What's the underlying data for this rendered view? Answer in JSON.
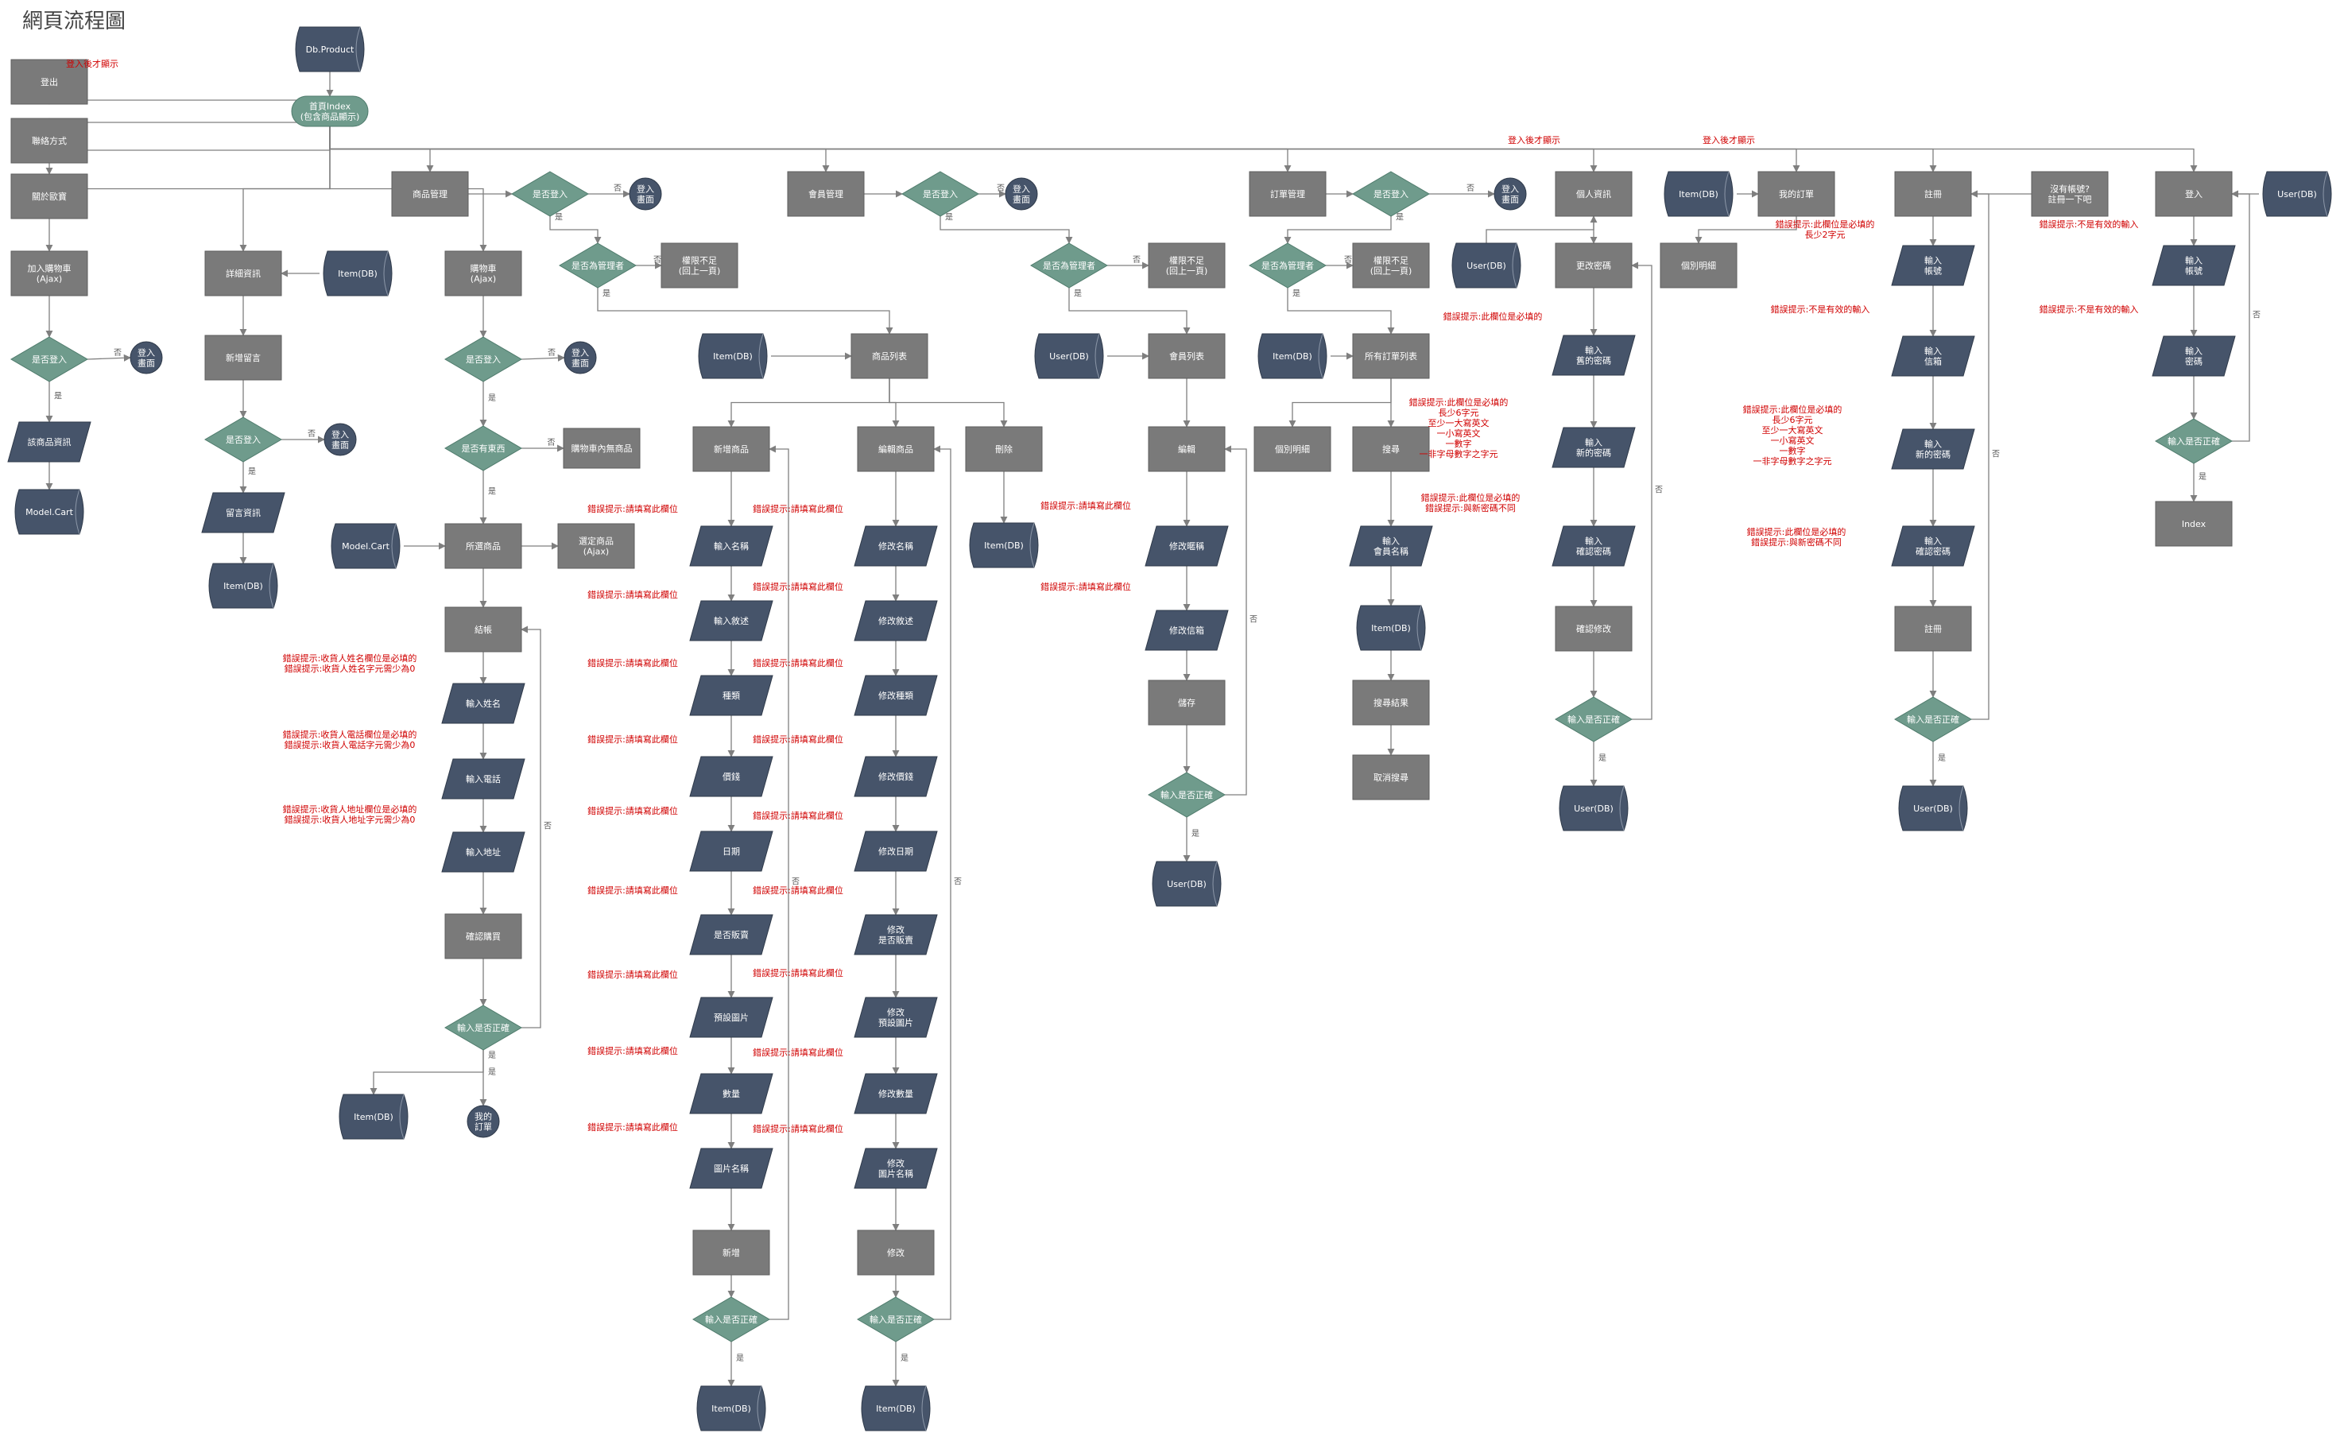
{
  "page": {
    "title": "網頁流程圖"
  },
  "palette": {
    "rect": "#7a7a7a",
    "rect_dark": "#707070",
    "diamond": "#6f9b8c",
    "parallelogram": "#46546a",
    "store": "#46546a",
    "terminal": "#6f9b8c",
    "circle": "#46546a",
    "line": "#7f7f7f",
    "note": "#d00000"
  },
  "nodes": [
    {
      "id": "dbproduct",
      "shape": "store",
      "text": "Db.Product"
    },
    {
      "id": "home",
      "shape": "terminal",
      "text": "首頁Index\n(包含商品顯示)"
    },
    {
      "id": "logout",
      "shape": "rect",
      "text": "登出"
    },
    {
      "id": "contact",
      "shape": "rect",
      "text": "聯絡方式"
    },
    {
      "id": "about",
      "shape": "rect",
      "text": "關於歐寶"
    },
    {
      "id": "addcart",
      "shape": "rect",
      "text": "加入購物車\n(Ajax)"
    },
    {
      "id": "d_login1",
      "shape": "diamond",
      "text": "是否登入"
    },
    {
      "id": "c_login1",
      "shape": "circle",
      "text": "登入\n畫面"
    },
    {
      "id": "p_detail1",
      "shape": "para",
      "text": "該商品資訊"
    },
    {
      "id": "modelcart1",
      "shape": "store",
      "text": "Model.Cart"
    },
    {
      "id": "detailinfo",
      "shape": "rect",
      "text": "詳細資訊"
    },
    {
      "id": "item_db_a",
      "shape": "store",
      "text": "Item(DB)"
    },
    {
      "id": "addcomment",
      "shape": "rect",
      "text": "新增留言"
    },
    {
      "id": "d_login2",
      "shape": "diamond",
      "text": "是否登入"
    },
    {
      "id": "c_login2",
      "shape": "circle",
      "text": "登入\n畫面"
    },
    {
      "id": "p_comment",
      "shape": "para",
      "text": "留言資訊"
    },
    {
      "id": "item_db_b",
      "shape": "store",
      "text": "Item(DB)"
    },
    {
      "id": "cart",
      "shape": "rect",
      "text": "購物車\n(Ajax)"
    },
    {
      "id": "d_login3",
      "shape": "diamond",
      "text": "是否登入"
    },
    {
      "id": "c_login3",
      "shape": "circle",
      "text": "登入\n畫面"
    },
    {
      "id": "d_hasitems",
      "shape": "diamond",
      "text": "是否有東西"
    },
    {
      "id": "cart_items",
      "shape": "rect",
      "text": "購物車內無商品"
    },
    {
      "id": "modelcart2",
      "shape": "store",
      "text": "Model.Cart"
    },
    {
      "id": "selected",
      "shape": "rect",
      "text": "所選商品"
    },
    {
      "id": "removeitem",
      "shape": "rect",
      "text": "選定商品\n(Ajax)"
    },
    {
      "id": "checkout",
      "shape": "rect",
      "text": "結帳"
    },
    {
      "id": "p_name",
      "shape": "para",
      "text": "輸入姓名"
    },
    {
      "id": "p_phone",
      "shape": "para",
      "text": "輸入電話"
    },
    {
      "id": "p_addr",
      "shape": "para",
      "text": "輸入地址"
    },
    {
      "id": "confirmbuy",
      "shape": "rect",
      "text": "確認購買"
    },
    {
      "id": "d_valid1",
      "shape": "diamond",
      "text": "輸入是否正確"
    },
    {
      "id": "item_db_c",
      "shape": "store",
      "text": "Item(DB)"
    },
    {
      "id": "c_myorder",
      "shape": "circle",
      "text": "我的\n訂單"
    },
    {
      "id": "prodmgmt",
      "shape": "rect",
      "text": "商品管理"
    },
    {
      "id": "d_login4",
      "shape": "diamond",
      "text": "是否登入"
    },
    {
      "id": "c_login4",
      "shape": "circle",
      "text": "登入\n畫面"
    },
    {
      "id": "d_admin1",
      "shape": "diamond",
      "text": "是否為管理者"
    },
    {
      "id": "noperm1",
      "shape": "rect",
      "text": "權限不足\n(回上一頁)"
    },
    {
      "id": "item_db_d",
      "shape": "store",
      "text": "Item(DB)"
    },
    {
      "id": "prodlist",
      "shape": "rect",
      "text": "商品列表"
    },
    {
      "id": "addprod",
      "shape": "rect",
      "text": "新增商品"
    },
    {
      "id": "editprod",
      "shape": "rect",
      "text": "編輯商品"
    },
    {
      "id": "delprod",
      "shape": "rect",
      "text": "刪除"
    },
    {
      "id": "item_db_e",
      "shape": "store",
      "text": "Item(DB)"
    },
    {
      "id": "a1",
      "shape": "para",
      "text": "輸入名稱"
    },
    {
      "id": "a2",
      "shape": "para",
      "text": "輸入敘述"
    },
    {
      "id": "a3",
      "shape": "para",
      "text": "種類"
    },
    {
      "id": "a4",
      "shape": "para",
      "text": "價錢"
    },
    {
      "id": "a5",
      "shape": "para",
      "text": "日期"
    },
    {
      "id": "a6",
      "shape": "para",
      "text": "是否販賣"
    },
    {
      "id": "a7",
      "shape": "para",
      "text": "預設圖片"
    },
    {
      "id": "a8",
      "shape": "para",
      "text": "數量"
    },
    {
      "id": "a9",
      "shape": "para",
      "text": "圖片名稱"
    },
    {
      "id": "addbtn",
      "shape": "rect",
      "text": "新增"
    },
    {
      "id": "d_valid2",
      "shape": "diamond",
      "text": "輸入是否正確"
    },
    {
      "id": "item_db_f",
      "shape": "store",
      "text": "Item(DB)"
    },
    {
      "id": "e1",
      "shape": "para",
      "text": "修改名稱"
    },
    {
      "id": "e2",
      "shape": "para",
      "text": "修改敘述"
    },
    {
      "id": "e3",
      "shape": "para",
      "text": "修改種類"
    },
    {
      "id": "e4",
      "shape": "para",
      "text": "修改價錢"
    },
    {
      "id": "e5",
      "shape": "para",
      "text": "修改日期"
    },
    {
      "id": "e6",
      "shape": "para",
      "text": "修改\n是否販賣"
    },
    {
      "id": "e7",
      "shape": "para",
      "text": "修改\n預設圖片"
    },
    {
      "id": "e8",
      "shape": "para",
      "text": "修改數量"
    },
    {
      "id": "e9",
      "shape": "para",
      "text": "修改\n圖片名稱"
    },
    {
      "id": "editbtn",
      "shape": "rect",
      "text": "修改"
    },
    {
      "id": "d_valid3",
      "shape": "diamond",
      "text": "輸入是否正確"
    },
    {
      "id": "item_db_g",
      "shape": "store",
      "text": "Item(DB)"
    },
    {
      "id": "membermgmt",
      "shape": "rect",
      "text": "會員管理"
    },
    {
      "id": "d_login5",
      "shape": "diamond",
      "text": "是否登入"
    },
    {
      "id": "c_login5",
      "shape": "circle",
      "text": "登入\n畫面"
    },
    {
      "id": "d_admin2",
      "shape": "diamond",
      "text": "是否為管理者"
    },
    {
      "id": "noperm2",
      "shape": "rect",
      "text": "權限不足\n(回上一頁)"
    },
    {
      "id": "user_db_a",
      "shape": "store",
      "text": "User(DB)"
    },
    {
      "id": "memberlist",
      "shape": "rect",
      "text": "會員列表"
    },
    {
      "id": "editmember",
      "shape": "rect",
      "text": "編輯"
    },
    {
      "id": "p_editacc",
      "shape": "para",
      "text": "修改暱稱"
    },
    {
      "id": "p_editpwd",
      "shape": "para",
      "text": "修改信箱"
    },
    {
      "id": "savemember",
      "shape": "rect",
      "text": "儲存"
    },
    {
      "id": "d_valid4",
      "shape": "diamond",
      "text": "輸入是否正確"
    },
    {
      "id": "user_db_b",
      "shape": "store",
      "text": "User(DB)"
    },
    {
      "id": "ordermgmt",
      "shape": "rect",
      "text": "訂單管理"
    },
    {
      "id": "d_login6",
      "shape": "diamond",
      "text": "是否登入"
    },
    {
      "id": "c_login6",
      "shape": "circle",
      "text": "登入\n畫面"
    },
    {
      "id": "d_admin3",
      "shape": "diamond",
      "text": "是否為管理者"
    },
    {
      "id": "noperm3",
      "shape": "rect",
      "text": "權限不足\n(回上一頁)"
    },
    {
      "id": "item_db_h",
      "shape": "store",
      "text": "Item(DB)"
    },
    {
      "id": "orderlist",
      "shape": "rect",
      "text": "所有訂單列表"
    },
    {
      "id": "orderdetail",
      "shape": "rect",
      "text": "個別明細"
    },
    {
      "id": "search",
      "shape": "rect",
      "text": "搜尋"
    },
    {
      "id": "p_membername",
      "shape": "para",
      "text": "輸入\n會員名稱"
    },
    {
      "id": "item_db_i",
      "shape": "store",
      "text": "Item(DB)"
    },
    {
      "id": "searchresult",
      "shape": "rect",
      "text": "搜尋結果"
    },
    {
      "id": "cancelsearch",
      "shape": "rect",
      "text": "取消搜尋"
    },
    {
      "id": "profile",
      "shape": "rect",
      "text": "個人資訊"
    },
    {
      "id": "user_db_c",
      "shape": "store",
      "text": "User(DB)"
    },
    {
      "id": "changepwd",
      "shape": "rect",
      "text": "更改密碼"
    },
    {
      "id": "p_oldpwd",
      "shape": "para",
      "text": "輸入\n舊的密碼"
    },
    {
      "id": "p_newpwd",
      "shape": "para",
      "text": "輸入\n新的密碼"
    },
    {
      "id": "p_confirmpwd",
      "shape": "para",
      "text": "輸入\n確認密碼"
    },
    {
      "id": "confirmchange",
      "shape": "rect",
      "text": "確認修改"
    },
    {
      "id": "d_valid5",
      "shape": "diamond",
      "text": "輸入是否正確"
    },
    {
      "id": "user_db_d",
      "shape": "store",
      "text": "User(DB)"
    },
    {
      "id": "item_db_j",
      "shape": "store",
      "text": "Item(DB)"
    },
    {
      "id": "myorders",
      "shape": "rect",
      "text": "我的訂單"
    },
    {
      "id": "orderdetail2",
      "shape": "rect",
      "text": "個別明細"
    },
    {
      "id": "register",
      "shape": "rect",
      "text": "註冊"
    },
    {
      "id": "p_reg_acc",
      "shape": "para",
      "text": "輸入\n帳號"
    },
    {
      "id": "p_reg_mail",
      "shape": "para",
      "text": "輸入\n信箱"
    },
    {
      "id": "p_reg_pwd",
      "shape": "para",
      "text": "輸入\n新的密碼"
    },
    {
      "id": "p_reg_confirm",
      "shape": "para",
      "text": "輸入\n確認密碼"
    },
    {
      "id": "regbtn",
      "shape": "rect",
      "text": "註冊"
    },
    {
      "id": "d_valid6",
      "shape": "diamond",
      "text": "輸入是否正確"
    },
    {
      "id": "user_db_e",
      "shape": "store",
      "text": "User(DB)"
    },
    {
      "id": "noaccount",
      "shape": "rect",
      "text": "沒有帳號?\n註冊一下吧"
    },
    {
      "id": "login",
      "shape": "rect",
      "text": "登入"
    },
    {
      "id": "user_db_f",
      "shape": "store",
      "text": "User(DB)"
    },
    {
      "id": "p_login_acc",
      "shape": "para",
      "text": "輸入\n帳號"
    },
    {
      "id": "p_login_pwd",
      "shape": "para",
      "text": "輸入\n密碼"
    },
    {
      "id": "d_valid7",
      "shape": "diamond",
      "text": "輸入是否正確"
    },
    {
      "id": "index",
      "shape": "rect",
      "text": "Index"
    }
  ],
  "edge_labels": {
    "yes": "是",
    "no": "否"
  },
  "notes": [
    {
      "id": "n_logout",
      "text": "登入後才顯示"
    },
    {
      "id": "n_profile",
      "text": "登入後才顯示"
    },
    {
      "id": "n_myorders",
      "text": "登入後才顯示"
    },
    {
      "id": "n_ck1",
      "text": "錯誤提示:收貨人姓名欄位是必填的\n錯誤提示:收貨人姓名字元需少為0"
    },
    {
      "id": "n_ck2",
      "text": "錯誤提示:收貨人電話欄位是必填的\n錯誤提示:收貨人電話字元需少為0"
    },
    {
      "id": "n_ck3",
      "text": "錯誤提示:收貨人地址欄位是必填的\n錯誤提示:收貨人地址字元需少為0"
    },
    {
      "id": "n_a",
      "text": "錯誤提示:請填寫此欄位"
    },
    {
      "id": "n_e",
      "text": "錯誤提示:請填寫此欄位"
    },
    {
      "id": "n_m",
      "text": "錯誤提示:請填寫此欄位"
    },
    {
      "id": "n_pwd1",
      "text": "錯誤提示:此欄位是必填的"
    },
    {
      "id": "n_pwd2",
      "text": "錯誤提示:此欄位是必填的\n長少6字元\n至少一大寫英文\n一小寫英文\n一數字\n一非字母數字之字元"
    },
    {
      "id": "n_pwd3",
      "text": "錯誤提示:此欄位是必填的\n錯誤提示:與新密碼不同"
    },
    {
      "id": "n_reg1",
      "text": "錯誤提示:此欄位是必填的\n長少2字元"
    },
    {
      "id": "n_reg2",
      "text": "錯誤提示:不是有效的輸入"
    },
    {
      "id": "n_reg3",
      "text": "錯誤提示:此欄位是必填的\n長少6字元\n至少一大寫英文\n一小寫英文\n一數字\n一非字母數字之字元"
    },
    {
      "id": "n_reg4",
      "text": "錯誤提示:此欄位是必填的\n錯誤提示:與新密碼不同"
    },
    {
      "id": "n_log1",
      "text": "錯誤提示:不是有效的輸入"
    },
    {
      "id": "n_log2",
      "text": "錯誤提示:不是有效的輸入"
    }
  ]
}
